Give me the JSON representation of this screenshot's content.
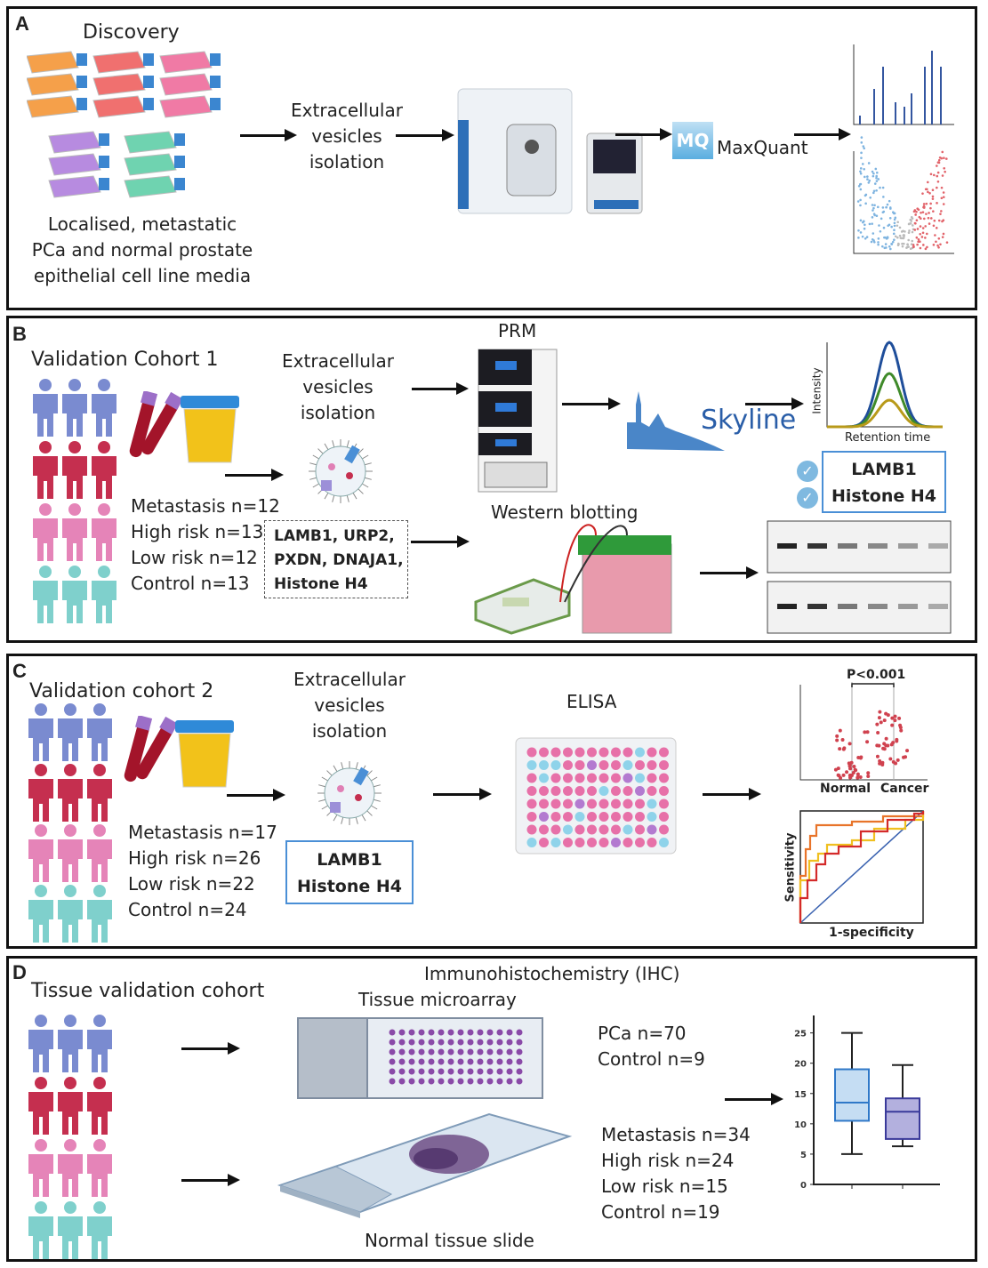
{
  "panelA": {
    "letter": "A",
    "title": "Discovery",
    "cells_caption": [
      "Localised, metastatic",
      "PCa and normal prostate",
      "epithelial cell line media"
    ],
    "step": [
      "Extracellular",
      "vesicles",
      "isolation"
    ],
    "software": "MaxQuant",
    "logo": "MQ"
  },
  "panelB": {
    "letter": "B",
    "title": "Validation Cohort 1",
    "step": [
      "Extracellular",
      "vesicles",
      "isolation"
    ],
    "prm": "PRM",
    "software": "Skyline",
    "groups": [
      "Metastasis n=12",
      "High risk n=13",
      "Low risk n=12",
      "Control n=13"
    ],
    "candidates": [
      "LAMB1, URP2,",
      "PXDN, DNAJA1,",
      "Histone H4"
    ],
    "western": "Western blotting",
    "y_label": "Intensity",
    "x_label": "Retention time",
    "validated": [
      "LAMB1",
      "Histone H4"
    ]
  },
  "panelC": {
    "letter": "C",
    "title": "Validation cohort 2",
    "step": [
      "Extracellular",
      "vesicles",
      "isolation"
    ],
    "assay": "ELISA",
    "groups": [
      "Metastasis n=17",
      "High risk n=26",
      "Low risk n=22",
      "Control n=24"
    ],
    "markers": [
      "LAMB1",
      "Histone H4"
    ],
    "pvalue": "P<0.001",
    "categories": [
      "Normal",
      "Cancer"
    ],
    "roc_y": "Sensitivity",
    "roc_x": "1-specificity"
  },
  "panelD": {
    "letter": "D",
    "title": "Tissue validation cohort",
    "method": "Immunohistochemistry (IHC)",
    "tma": "Tissue microarray",
    "slide": "Normal tissue slide",
    "tma_groups": [
      "PCa n=70",
      "Control n=9"
    ],
    "slide_groups": [
      "Metastasis n=34",
      "High risk n=24",
      "Low risk n=15",
      "Control n=19"
    ],
    "chart_data": {
      "type": "box",
      "yticks": [
        0,
        5,
        10,
        15,
        20,
        25
      ],
      "ylim": [
        0,
        27
      ],
      "boxes": [
        {
          "min": 5,
          "q1": 10.5,
          "median": 13.5,
          "q3": 19,
          "max": 25,
          "color": "#c5ddf3"
        },
        {
          "min": 6.3,
          "q1": 7.5,
          "median": 12,
          "q3": 14.2,
          "max": 19.7,
          "color": "#b3b0de"
        }
      ]
    }
  },
  "colors": {
    "blue_person": "#7a8bd0",
    "red_person": "#c52f4f",
    "pink_person": "#e584b8",
    "teal_person": "#7fd0cc",
    "accent_box": "#4a8fd6"
  }
}
